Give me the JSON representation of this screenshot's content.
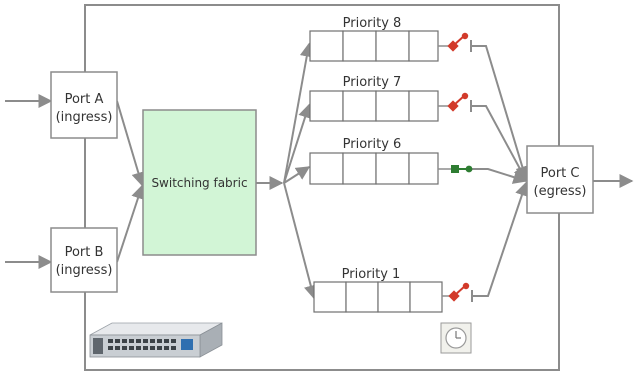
{
  "ports": {
    "a": {
      "name": "Port A",
      "role": "(ingress)"
    },
    "b": {
      "name": "Port B",
      "role": "(ingress)"
    },
    "c": {
      "name": "Port C",
      "role": "(egress)"
    }
  },
  "fabric": {
    "label": "Switching fabric"
  },
  "queues": [
    {
      "label": "Priority 8",
      "gate": "open"
    },
    {
      "label": "Priority 7",
      "gate": "open"
    },
    {
      "label": "Priority 6",
      "gate": "closed"
    },
    {
      "label": "Priority 1",
      "gate": "open"
    }
  ],
  "colors": {
    "fabric_fill": "#d2f5d6",
    "gate_open": "#d23a2a",
    "gate_closed": "#2e7d32",
    "line": "#8c8c8c"
  },
  "icons": {
    "device": "network-switch-image",
    "timer": "clock-icon"
  }
}
